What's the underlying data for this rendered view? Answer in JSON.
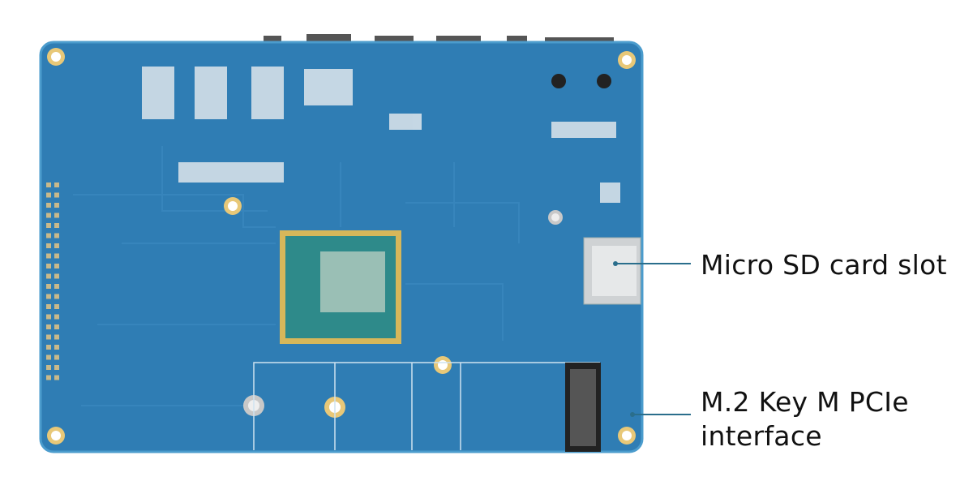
{
  "callouts": {
    "sd_slot": "Micro SD card slot",
    "m2_line1": "M.2 Key M PCIe",
    "m2_line2": "interface"
  },
  "colors": {
    "board": "#2f7db4",
    "board_edge": "#3a8fc4",
    "gold": "#e8c878",
    "leader": "#2a6e8c"
  }
}
